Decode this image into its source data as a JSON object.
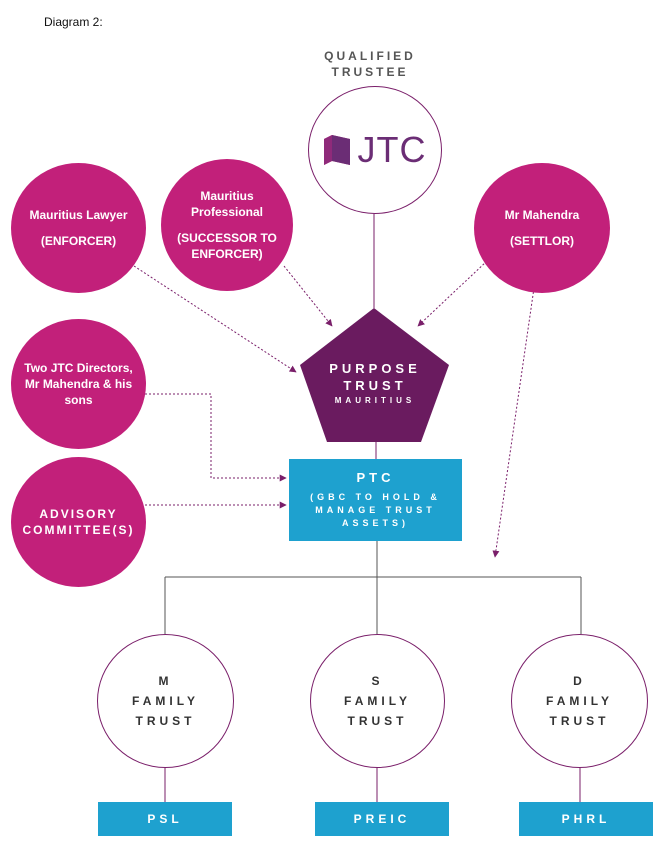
{
  "diagram_title": "Diagram 2:",
  "qualified_trustee": {
    "line1": "QUALIFIED",
    "line2": "TRUSTEE"
  },
  "jtc_logo": {
    "text": "JTC",
    "icon": "shield-icon",
    "color": "#6b2d75"
  },
  "nodes": {
    "lawyer": {
      "line1": "Mauritius Lawyer",
      "line2": "(ENFORCER)"
    },
    "professional": {
      "line1": "Mauritius",
      "line2": "Professional",
      "line3": "(SUCCESSOR TO",
      "line4": "ENFORCER)"
    },
    "settlor": {
      "line1": "Mr Mahendra",
      "line2": "(SETTLOR)"
    },
    "directors": {
      "line1": "Two JTC Directors,",
      "line2": "Mr Mahendra & his",
      "line3": "sons"
    },
    "advisory": {
      "line1": "ADVISORY",
      "line2": "COMMITTEE(S)"
    },
    "purpose_trust": {
      "line1": "PURPOSE",
      "line2": "TRUST",
      "line3": "MAURITIUS"
    },
    "ptc": {
      "title": "PTC",
      "sub": "(GBC TO HOLD & MANAGE TRUST ASSETS)"
    }
  },
  "family_trusts": [
    {
      "letter": "M",
      "line2": "FAMILY",
      "line3": "TRUST",
      "company": "PSL"
    },
    {
      "letter": "S",
      "line2": "FAMILY",
      "line3": "TRUST",
      "company": "PREIC"
    },
    {
      "letter": "D",
      "line2": "FAMILY",
      "line3": "TRUST",
      "company": "PHRL"
    }
  ],
  "colors": {
    "pink": "#c2207a",
    "purple": "#6a1b5f",
    "blue": "#1ea1cf",
    "outline": "#7a1f6a"
  }
}
